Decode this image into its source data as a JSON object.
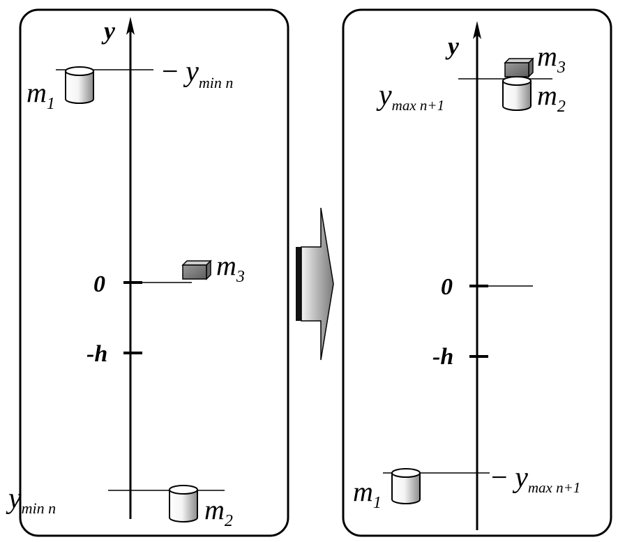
{
  "left_panel": {
    "axis_label": "y",
    "tick_zero": "0",
    "tick_minus_h": "-h",
    "m1": {
      "base": "m",
      "sub": "1"
    },
    "m2": {
      "base": "m",
      "sub": "2"
    },
    "m3": {
      "base": "m",
      "sub": "3"
    },
    "top_level_label": {
      "prefix": "− ",
      "base": "y",
      "sub": "min n"
    },
    "bottom_level_label": {
      "base": "y",
      "sub": "min n"
    }
  },
  "right_panel": {
    "axis_label": "y",
    "tick_zero": "0",
    "tick_minus_h": "-h",
    "m1": {
      "base": "m",
      "sub": "1"
    },
    "m2": {
      "base": "m",
      "sub": "2"
    },
    "m3": {
      "base": "m",
      "sub": "3"
    },
    "top_level_label": {
      "base": "y",
      "sub": "max n+1"
    },
    "bottom_level_label": {
      "prefix": "− ",
      "base": "y",
      "sub": "max n+1"
    }
  },
  "colors": {
    "stroke": "#000000",
    "cylinder_light": "#ffffff",
    "cylinder_dark": "#8a8a8a",
    "box_front": "#777777",
    "box_top": "#c8c8c8",
    "arrow_light": "#e6e6e6",
    "arrow_dark": "#7a7a7a"
  }
}
